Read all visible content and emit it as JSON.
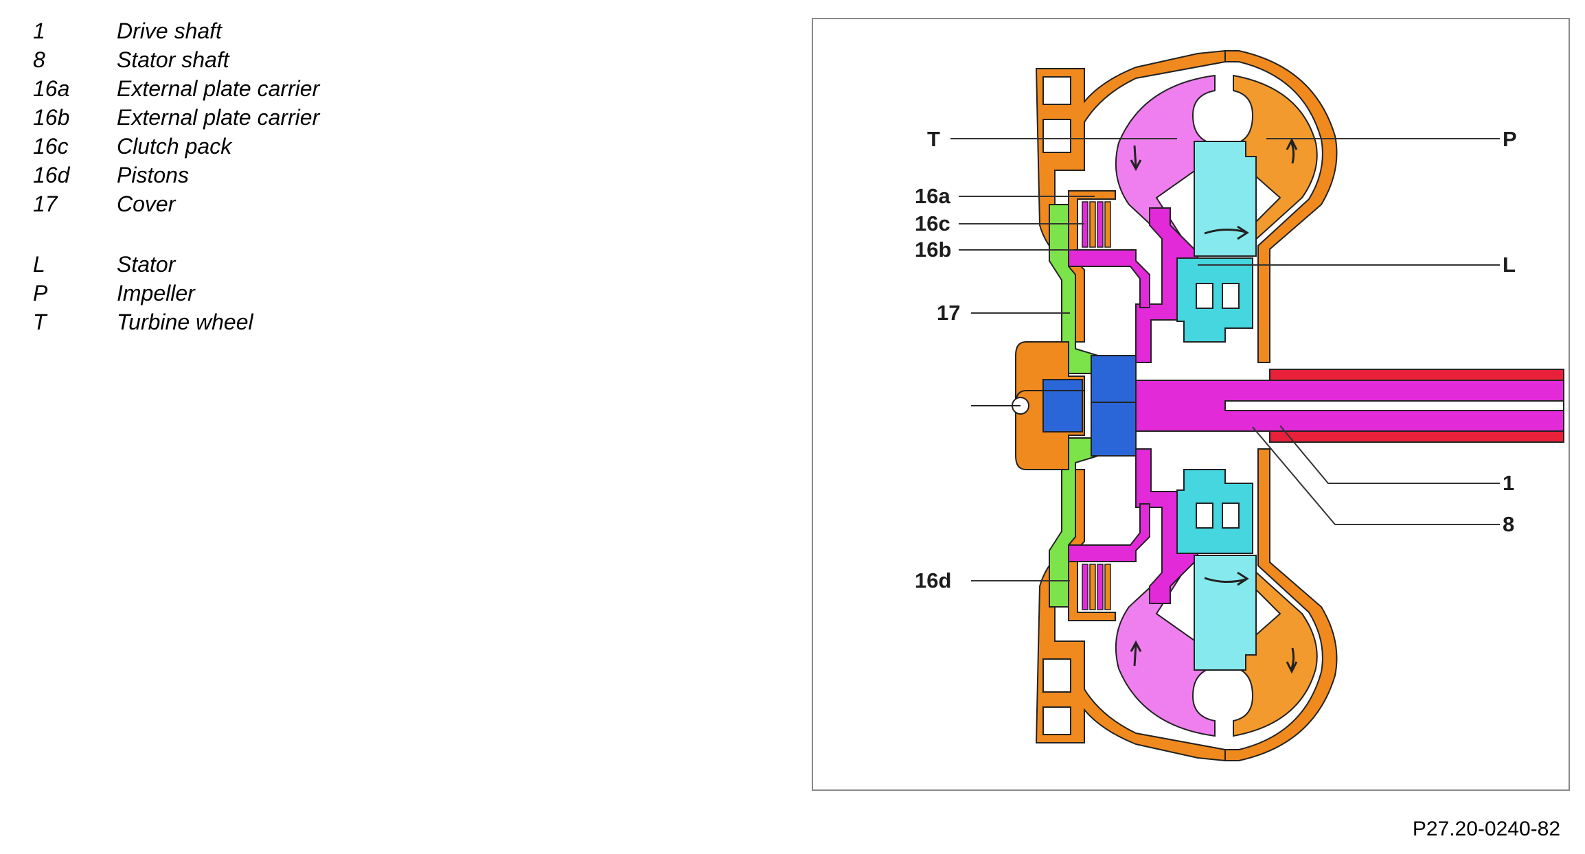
{
  "legend": {
    "items": [
      {
        "key": "1",
        "label": "Drive shaft"
      },
      {
        "key": "8",
        "label": "Stator shaft"
      },
      {
        "key": "16a",
        "label": "External plate carrier"
      },
      {
        "key": "16b",
        "label": "External plate carrier"
      },
      {
        "key": "16c",
        "label": "Clutch pack"
      },
      {
        "key": "16d",
        "label": "Pistons"
      },
      {
        "key": "17",
        "label": "Cover"
      }
    ],
    "items2": [
      {
        "key": "L",
        "label": "Stator"
      },
      {
        "key": "P",
        "label": "Impeller"
      },
      {
        "key": "T",
        "label": "Turbine wheel"
      }
    ]
  },
  "diagram": {
    "callouts": {
      "T": "T",
      "P": "P",
      "a16": "16a",
      "c16": "16c",
      "b16": "16b",
      "L": "L",
      "n17": "17",
      "n1": "1",
      "n8": "8",
      "d16": "16d"
    },
    "colors": {
      "housing": "#f08a1e",
      "impeller": "#f39a2e",
      "turbine": "#ef7fef",
      "hub": "#e22ad9",
      "stator": "#86e9ee",
      "stator_hub": "#45d6e0",
      "piston": "#7de34a",
      "bearing": "#2a66d8",
      "shaft_outer": "#e8203a",
      "shaft_inner": "#e22ad9",
      "outline": "#222222"
    },
    "icons": [
      "rotation-arrow-icon"
    ]
  },
  "reference_code": "P27.20-0240-82"
}
